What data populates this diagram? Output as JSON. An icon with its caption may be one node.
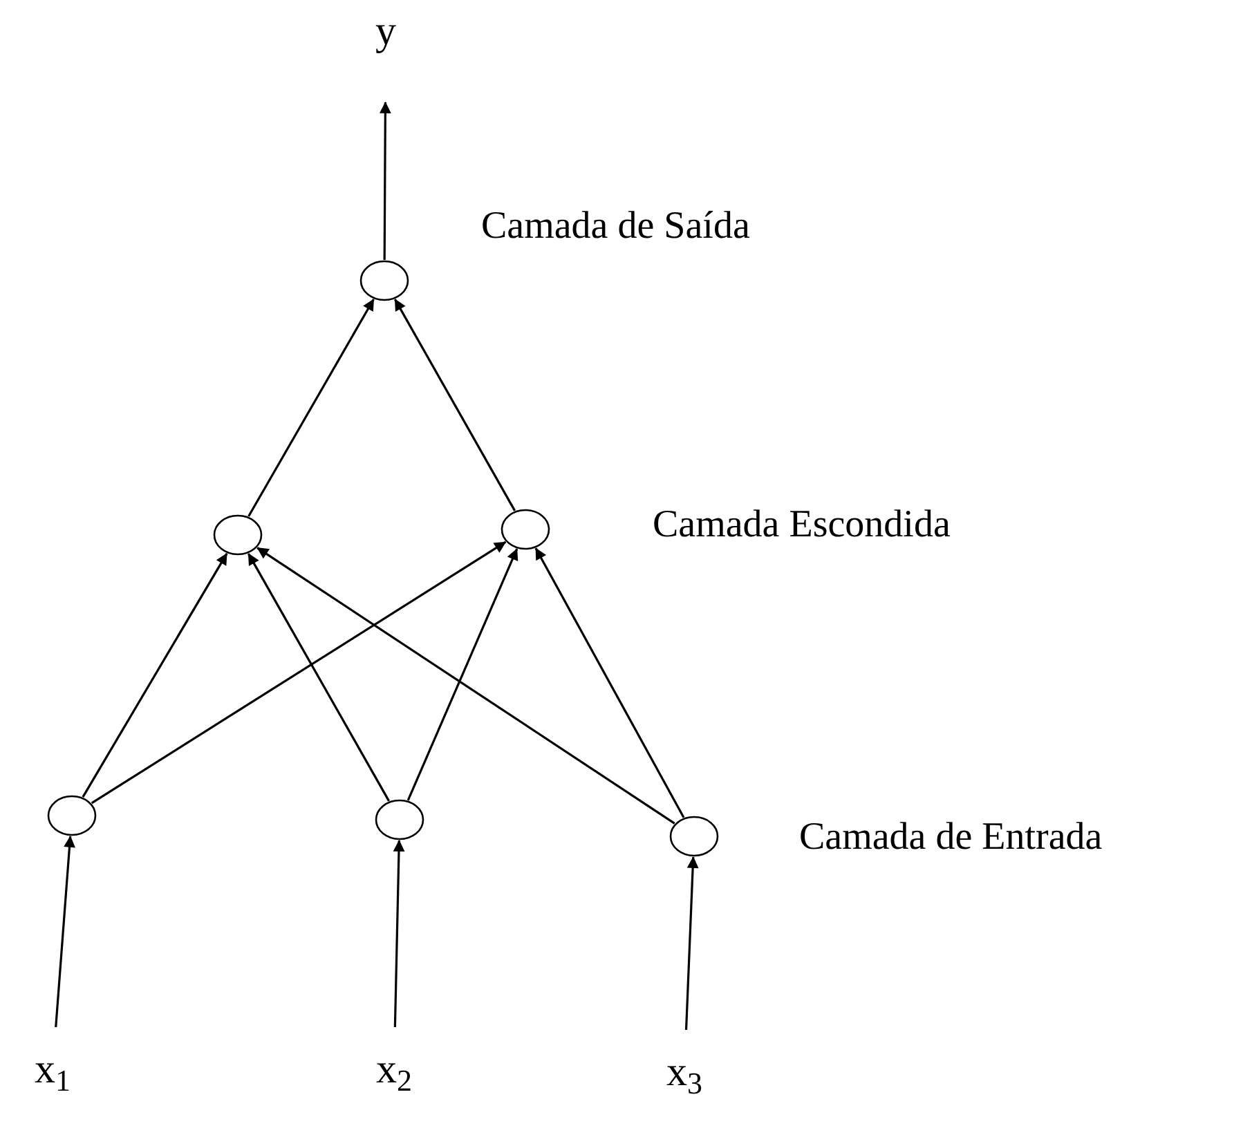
{
  "diagram": {
    "nodes": [
      {
        "text": [
          "y"
        ]
      },
      {
        "text": [],
        "shape": "circle"
      },
      {
        "text": [],
        "shape": "circle"
      },
      {
        "text": [],
        "shape": "circle"
      },
      {
        "text": [],
        "shape": "circle"
      },
      {
        "text": [],
        "shape": "circle"
      },
      {
        "text": [],
        "shape": "circle"
      },
      {
        "text": [
          "x$_{1}$"
        ]
      },
      {
        "text": [
          "x$_{2}$"
        ]
      },
      {
        "text": [
          "x$_{3}$"
        ]
      }
    ],
    "edges": [
      {
        "from": 4,
        "to": 2,
        "arrow": "to"
      },
      {
        "from": 4,
        "to": 3,
        "arrow": "to"
      },
      {
        "from": 5,
        "to": 2,
        "arrow": "to"
      },
      {
        "from": 5,
        "to": 3,
        "arrow": "to"
      },
      {
        "from": 6,
        "to": 2,
        "arrow": "to"
      },
      {
        "from": 6,
        "to": 3,
        "arrow": "to"
      },
      {
        "from": 2,
        "to": 1,
        "arrow": "to"
      },
      {
        "from": 3,
        "to": 1,
        "arrow": "to"
      },
      {
        "from": 1,
        "to": 0,
        "arrow": "to"
      },
      {
        "from": 7,
        "to": 4,
        "arrow": "to"
      },
      {
        "from": 8,
        "to": 5,
        "arrow": "to"
      },
      {
        "from": 9,
        "to": 6,
        "arrow": "to"
      }
    ],
    "labels": [
      "Camada de Saída",
      "Camada Escondida",
      "Camada de Entrada"
    ]
  }
}
